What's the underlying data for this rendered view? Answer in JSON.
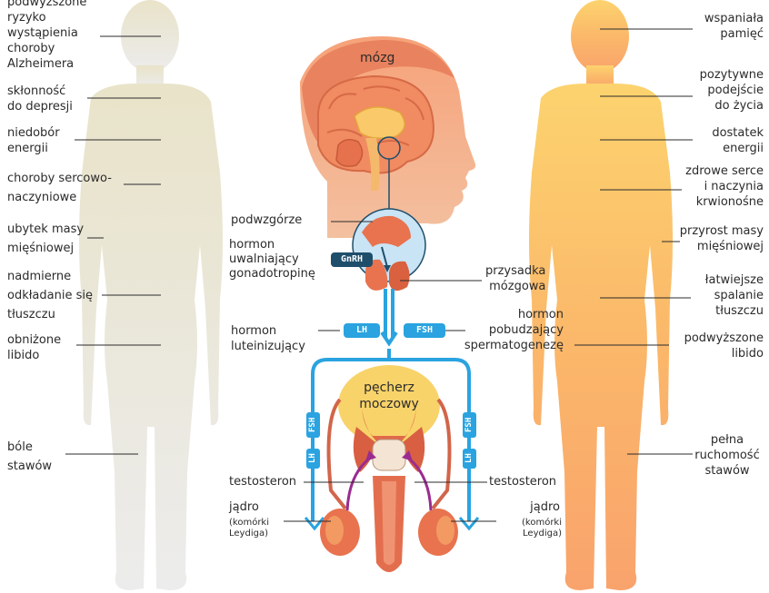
{
  "colors": {
    "low_figure": "#e8e3d2",
    "high_figure": "#fbbf6a",
    "pathway_blue": "#2aa3e0",
    "dark_badge": "#1f4e6b",
    "organ_red": "#e0694a",
    "bladder_yellow": "#f8d36a",
    "arrow_purple": "#9a2c8f",
    "line": "#2b2b2b"
  },
  "left_labels": {
    "alzheimer": "podwyższone\nryzyko\nwystąpienia\nchoroby\nAlzheimera",
    "depression": "skłonność\ndo depresji",
    "energy": "niedobór\nenergii",
    "heart": "choroby sercowo-\nnaczyniowe",
    "muscle": "ubytek masy\nmięśniowej",
    "fat": "nadmierne\nodkładanie się\ntłuszczu",
    "libido": "obniżone\nlibido",
    "joints": "bóle\nstawów"
  },
  "right_labels": {
    "memory": "wspaniała\npamięć",
    "attitude": "pozytywne\npodejście\ndo życia",
    "energy": "dostatek\nenergii",
    "heart": "zdrowe serce\ni naczynia\nkrwionośne",
    "muscle": "przyrost masy\nmięśniowej",
    "fat": "łatwiejsze\nspalanie\ntłuszczu",
    "libido": "podwyższone\nlibido",
    "joints": "pełna\nruchomość\nstawów"
  },
  "center": {
    "brain": "mózg",
    "hypothalamus": "podwzgórze",
    "gnrh_text": "hormon\nuwalniający\ngonadotropinę",
    "gnrh_badge": "GnRH",
    "pituitary": "przysadka\nmózgowa",
    "lh_text": "hormon\nluteinizujący",
    "lh_badge": "LH",
    "fsh_badge": "FSH",
    "fsh_text": "hormon\npobudzający\nspermatogenezę",
    "bladder": "pęcherz\nmoczowy",
    "side_fsh": "FSH",
    "side_lh": "LH",
    "testosterone_left": "testosteron",
    "testosterone_right": "testosteron",
    "testis_left": "jądro",
    "testis_left_sub": "(komórki\nLeydiga)",
    "testis_right": "jądro",
    "testis_right_sub": "(komórki\nLeydiga)"
  }
}
